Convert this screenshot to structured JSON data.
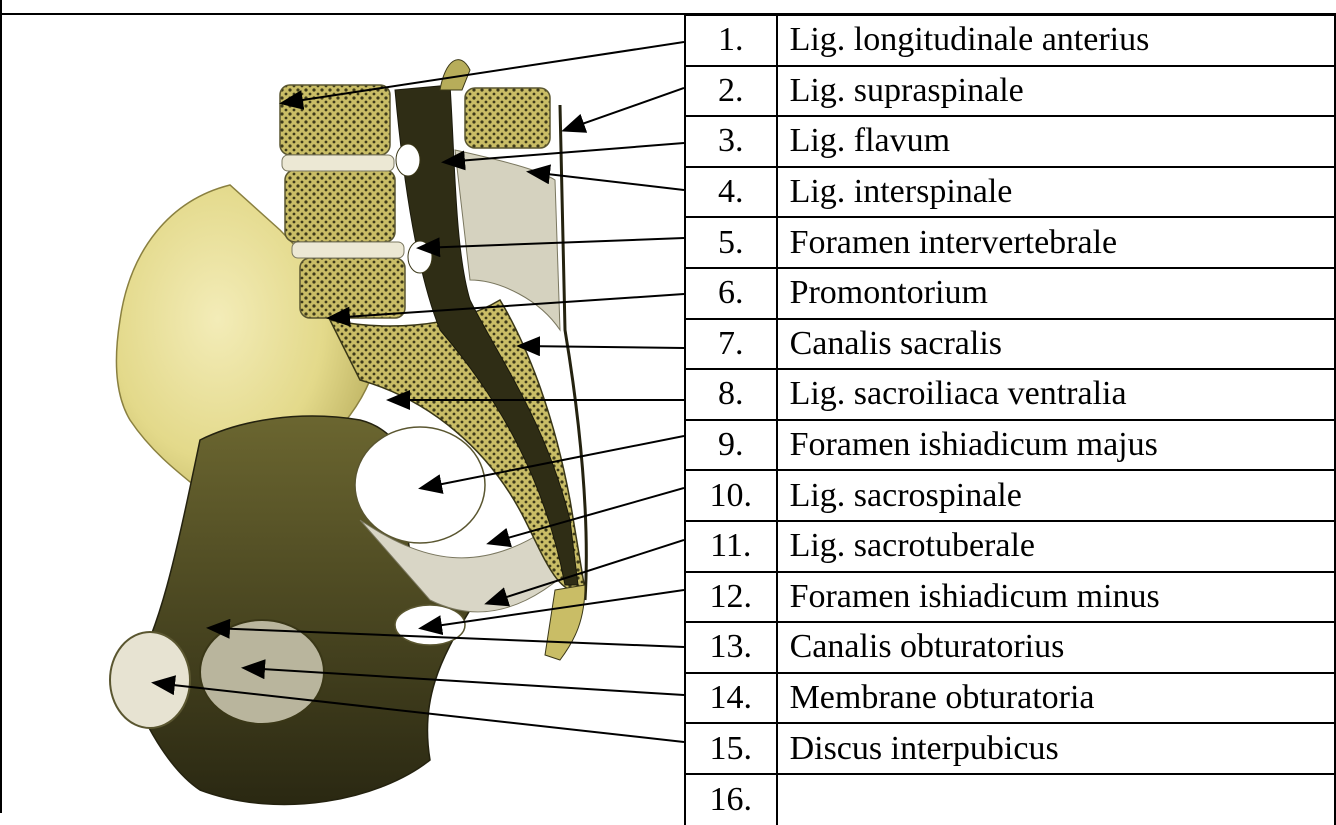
{
  "figure": {
    "image_subject": "sagittal-section-pelvis-illustration",
    "colors": {
      "bone_yellow": "#e3d98a",
      "bone_light": "#f2ecc0",
      "shadow_olive": "#4a4722",
      "dark": "#24220f",
      "ligament": "#d9d6c6",
      "line": "#000000"
    }
  },
  "legend": {
    "rows": [
      {
        "num": "1.",
        "label": "Lig. longitudinale anterius"
      },
      {
        "num": "2.",
        "label": "Lig. supraspinale"
      },
      {
        "num": "3.",
        "label": "Lig. flavum"
      },
      {
        "num": "4.",
        "label": "Lig. interspinale"
      },
      {
        "num": "5.",
        "label": "Foramen intervertebrale"
      },
      {
        "num": "6.",
        "label": "Promontorium"
      },
      {
        "num": "7.",
        "label": "Canalis sacralis"
      },
      {
        "num": "8.",
        "label": "Lig. sacroiliaca ventralia"
      },
      {
        "num": "9.",
        "label": "Foramen ishiadicum majus"
      },
      {
        "num": "10.",
        "label": "Lig. sacrospinale"
      },
      {
        "num": "11.",
        "label": "Lig. sacrotuberale"
      },
      {
        "num": "12.",
        "label": "Foramen ishiadicum minus"
      },
      {
        "num": "13.",
        "label": "Canalis obturatorius"
      },
      {
        "num": "14.",
        "label": "Membrane obturatoria"
      },
      {
        "num": "15.",
        "label": "Discus interpubicus"
      },
      {
        "num": "16.",
        "label": ""
      }
    ]
  }
}
